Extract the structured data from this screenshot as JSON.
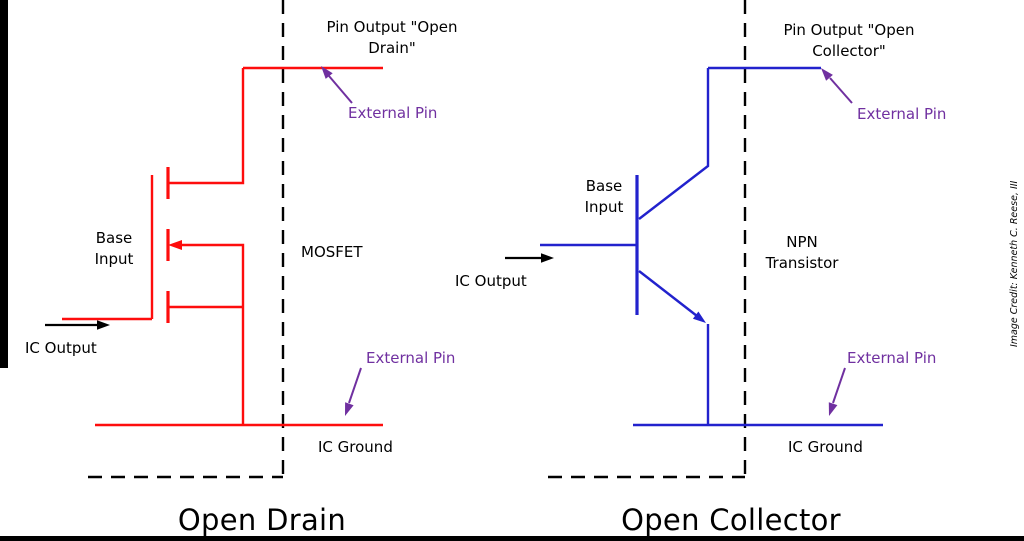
{
  "colors": {
    "left_circuit": "#fe0d0d",
    "right_circuit": "#2222cd",
    "annotation": "#7030a0",
    "ink": "#000000"
  },
  "left": {
    "pin_output": "Pin Output \"Open\nDrain\"",
    "external_pin_top": "External Pin",
    "base_input": "Base\nInput",
    "component": "MOSFET",
    "ic_output": "IC Output",
    "external_pin_bottom": "External Pin",
    "ic_ground": "IC Ground",
    "title": "Open Drain"
  },
  "right": {
    "pin_output": "Pin Output \"Open\nCollector\"",
    "external_pin_top": "External Pin",
    "base_input": "Base\nInput",
    "component": "NPN\nTransistor",
    "ic_output": "IC Output",
    "external_pin_bottom": "External Pin",
    "ic_ground": "IC Ground",
    "title": "Open Collector"
  },
  "credit": "Image Credit: Kenneth C. Reese, III"
}
